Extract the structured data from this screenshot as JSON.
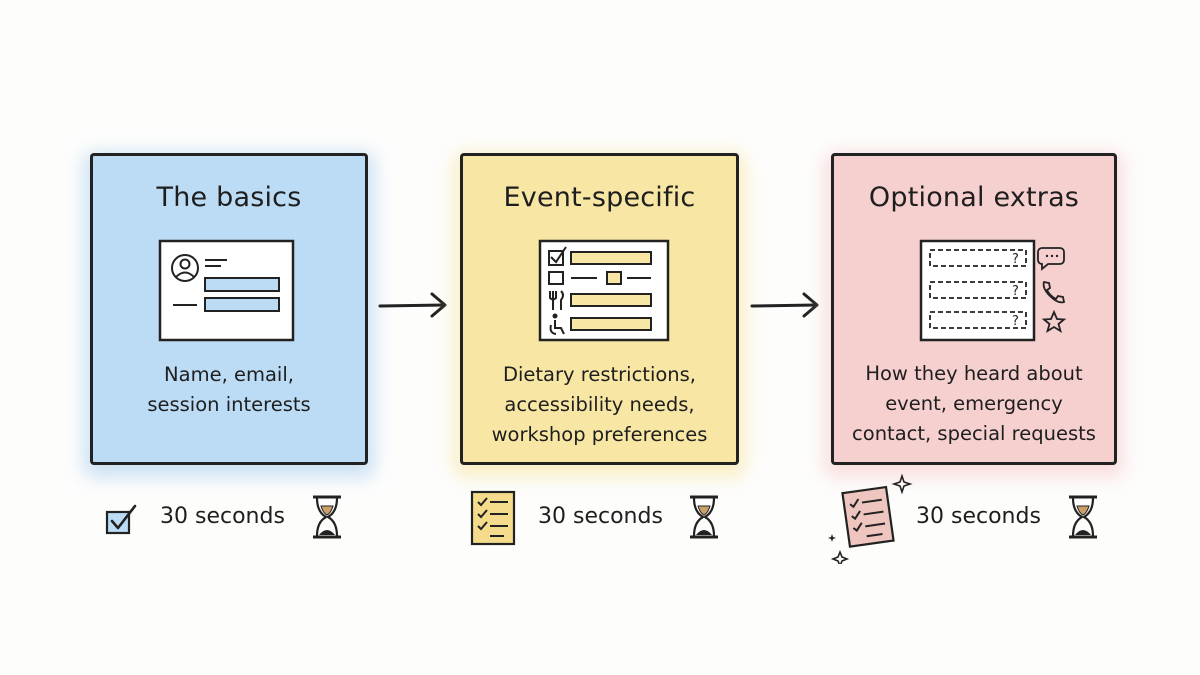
{
  "steps": [
    {
      "title": "The basics",
      "description_lines": [
        "Name, email,",
        "session interests"
      ],
      "time": "30 seconds",
      "color": "#bcdcf5",
      "form_icon": "profile-form-icon",
      "status_icon": "checkbox-checked-icon"
    },
    {
      "title": "Event-specific",
      "description_lines": [
        "Dietary restrictions,",
        "accessibility needs,",
        "workshop preferences"
      ],
      "time": "30 seconds",
      "color": "#f8e6a4",
      "form_icon": "checklist-form-icon",
      "status_icon": "checklist-icon"
    },
    {
      "title": "Optional extras",
      "description_lines": [
        "How they heard about",
        "event, emergency",
        "contact, special requests"
      ],
      "time": "30 seconds",
      "color": "#f6cfcf",
      "form_icon": "question-form-icon",
      "status_icon": "sparkle-checklist-icon"
    }
  ],
  "timer_icon": "hourglass-icon",
  "arrow_icon": "arrow-right-icon"
}
